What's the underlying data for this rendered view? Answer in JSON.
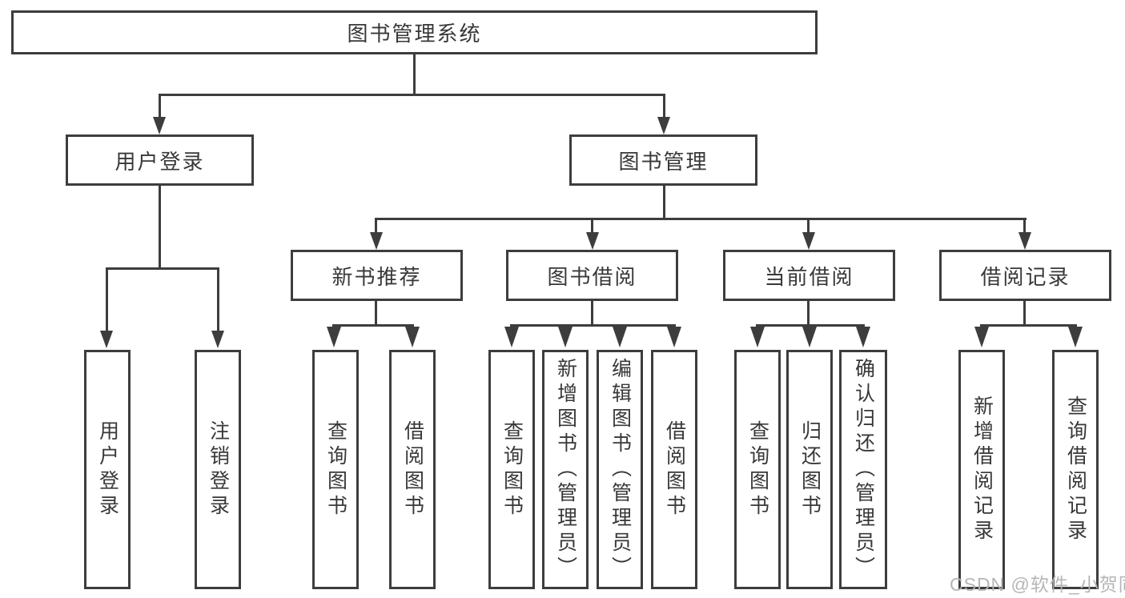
{
  "nodes": {
    "root": "图书管理系统",
    "user_login": "用户登录",
    "book_management": "图书管理",
    "new_book_recommend": "新书推荐",
    "book_borrowing": "图书借阅",
    "current_borrowing": "当前借阅",
    "borrowing_records": "借阅记录"
  },
  "leaves": {
    "user_login_leaf": "用户登录",
    "logout": "注销登录",
    "recommend_query_books": "查询图书",
    "recommend_borrow_books": "借阅图书",
    "borrowing_query_books": "查询图书",
    "borrowing_add_books": "新增图书（管理员）",
    "borrowing_edit_books": "编辑图书（管理员）",
    "borrowing_borrow_books": "借阅图书",
    "current_query_books": "查询图书",
    "current_return_books": "归还图书",
    "current_confirm_return": "确认归还（管理员）",
    "records_add_record": "新增借阅记录",
    "records_query_record": "查询借阅记录"
  },
  "watermark": "CSDN @软件_小贺同学",
  "colors": {
    "line": "#3d3d3d",
    "text": "#383838",
    "background": "#ffffff",
    "watermark": "#b2b2b2"
  }
}
